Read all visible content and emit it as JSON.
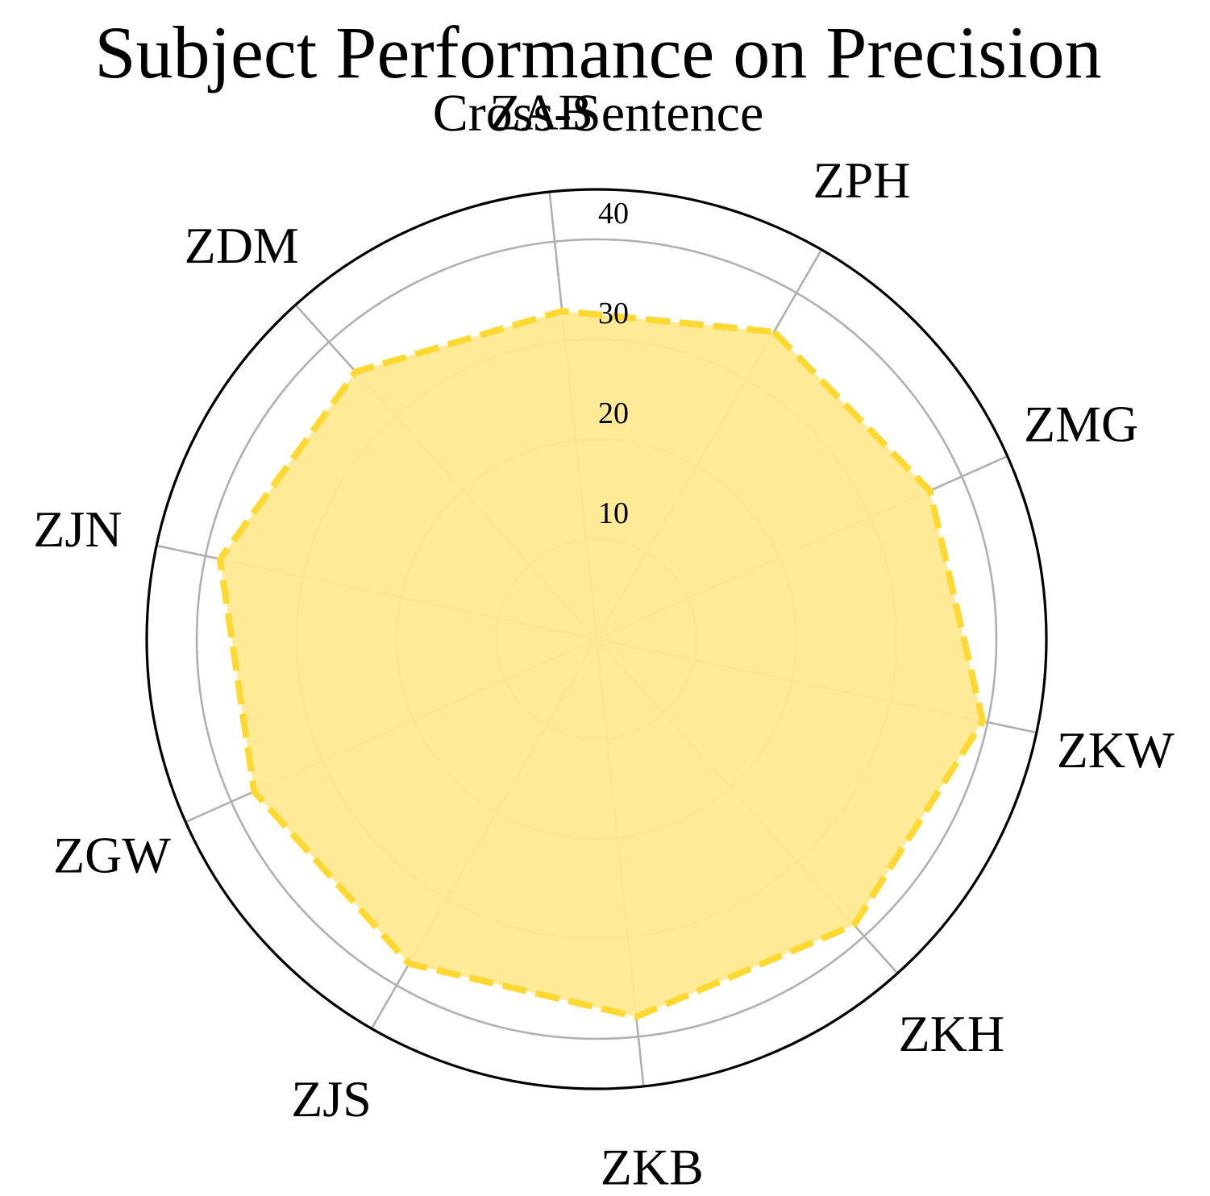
{
  "chart_data": {
    "type": "radar",
    "title": "Subject Performance on Precision",
    "subtitle": "Cross-Sentence",
    "categories": [
      "ZPH",
      "ZMG",
      "ZKW",
      "ZKH",
      "ZKB",
      "ZJS",
      "ZGW",
      "ZJN",
      "ZDM",
      "ZAB"
    ],
    "series": [
      {
        "values": [
          35.5,
          36.5,
          39.5,
          38.5,
          38.0,
          37.5,
          37.5,
          38.5,
          36.0,
          33.0
        ]
      }
    ],
    "radial_ticks": [
      10,
      20,
      30,
      40
    ],
    "rlim": [
      0,
      45
    ],
    "grid": true,
    "colors": {
      "line": "#FFD832",
      "fill": "#FFE991",
      "grid": "#b0b0b0",
      "outline": "#000000"
    }
  }
}
